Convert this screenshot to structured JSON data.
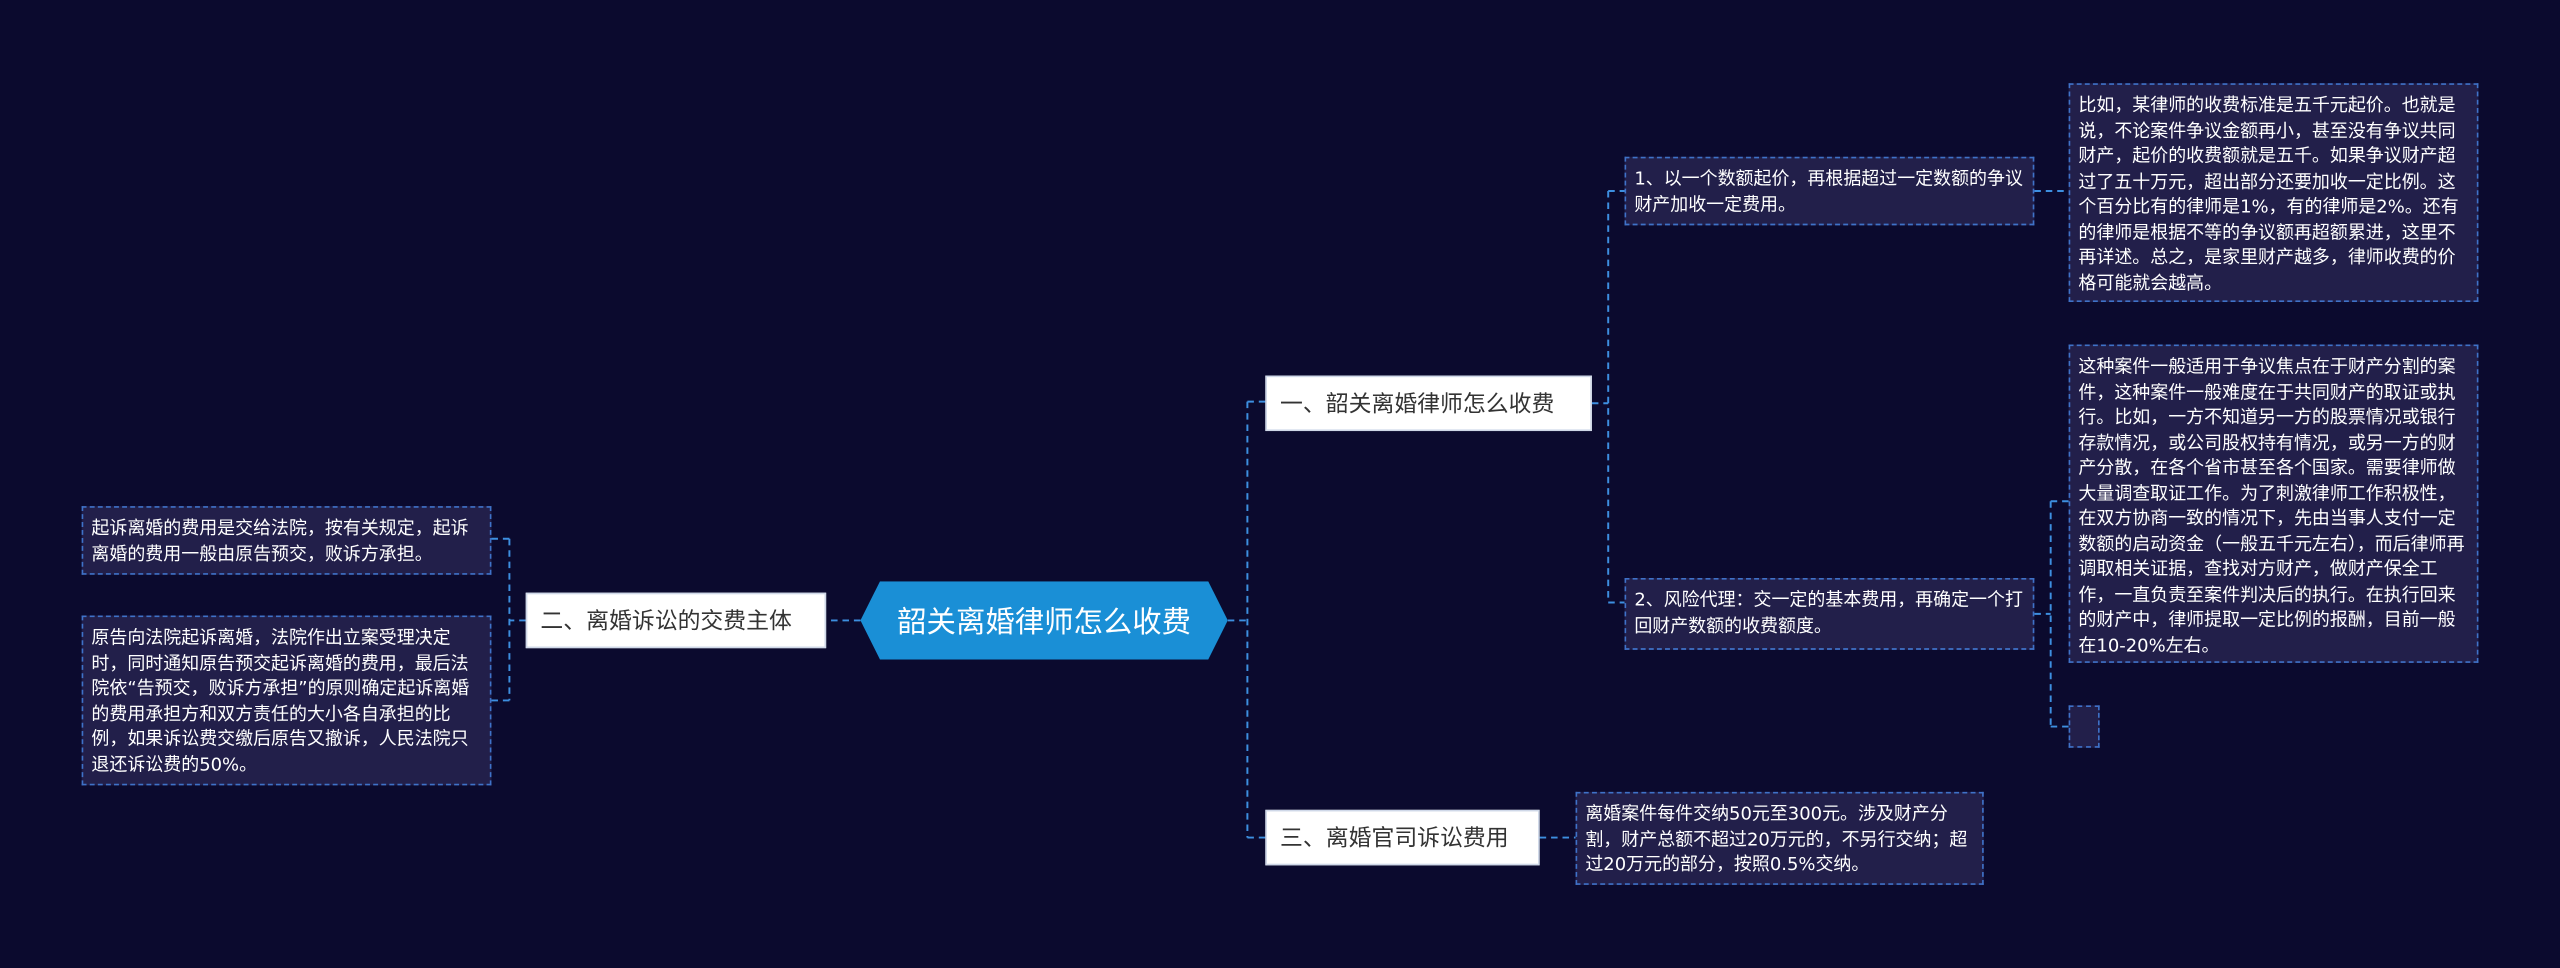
{
  "colors": {
    "background": "#0b0a2e",
    "root_fill": "#1a8fd6",
    "leaf_fill": "#221f4a",
    "connector": "#3d8fe0"
  },
  "mindmap": {
    "root": "韶关离婚律师怎么收费",
    "branches": [
      {
        "label": "一、韶关离婚律师怎么收费"
      },
      {
        "label": "二、离婚诉讼的交费主体"
      },
      {
        "label": "三、离婚官司诉讼费用"
      }
    ],
    "nodes": {
      "fee_method_1": "1、以一个数额起价，再根据超过一定数额的争议财产加收一定费用。",
      "fee_method_1_detail": "比如，某律师的收费标准是五千元起价。也就是说，不论案件争议金额再小，甚至没有争议共同财产，起价的收费额就是五千。如果争议财产超过了五十万元，超出部分还要加收一定比例。这个百分比有的律师是1%，有的律师是2%。还有的律师是根据不等的争议额再超额累进，这里不再详述。总之，是家里财产越多，律师收费的价格可能就会越高。",
      "fee_method_2": "2、风险代理：交一定的基本费用，再确定一个打回财产数额的收费额度。",
      "fee_method_2_detail": "这种案件一般适用于争议焦点在于财产分割的案件，这种案件一般难度在于共同财产的取证或执行。比如，一方不知道另一方的股票情况或银行存款情况，或公司股权持有情况，或另一方的财产分散，在各个省市甚至各个国家。需要律师做大量调查取证工作。为了刺激律师工作积极性，在双方协商一致的情况下，先由当事人支付一定数额的启动资金（一般五千元左右），而后律师再调取相关证据，查找对方财产，做财产保全工作，一直负责至案件判决后的执行。在执行回来的财产中，律师提取一定比例的报酬，目前一般在10-20%左右。",
      "payer_rule": "起诉离婚的费用是交给法院，按有关规定，起诉离婚的费用一般由原告预交，败诉方承担。",
      "payer_detail": "原告向法院起诉离婚，法院作出立案受理决定时，同时通知原告预交起诉离婚的费用，最后法院依“告预交，败诉方承担”的原则确定起诉离婚的费用承担方和双方责任的大小各自承担的比例，如果诉讼费交缴后原告又撤诉，人民法院只退还诉讼费的50%。",
      "litigation_fee": "离婚案件每件交纳50元至300元。涉及财产分割，财产总额不超过20万元的，不另行交纳；超过20万元的部分，按照0.5%交纳。",
      "empty_leaf": ""
    }
  }
}
